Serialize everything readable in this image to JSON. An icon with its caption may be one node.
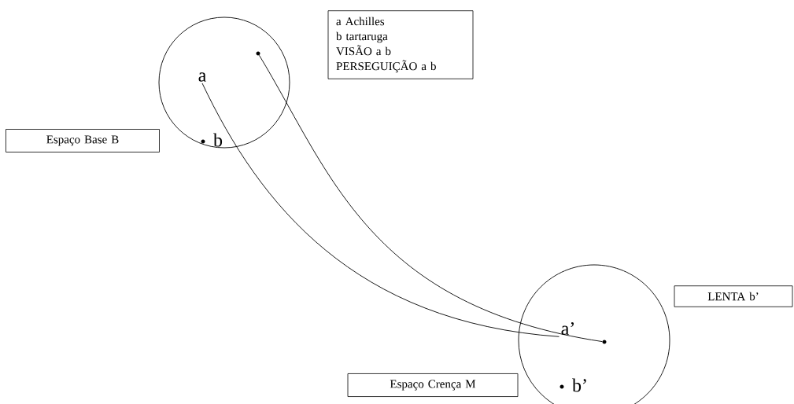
{
  "diagram": {
    "nodes": [
      {
        "text": [],
        "shape": "circle"
      },
      {
        "text": [
          "a"
        ],
        "in": 0
      },
      {
        "text": [
          "b"
        ],
        "in": 0
      },
      {
        "text": [],
        "shape": "circle",
        "in": 0
      },
      {
        "text": [
          "a Achilles",
          "b tartaruga",
          "VISÃO a b",
          "PERSEGUIÇÃO a b"
        ]
      },
      {
        "text": [
          "Espaço Base B"
        ]
      },
      {
        "text": [],
        "shape": "circle"
      },
      {
        "text": [
          "a’"
        ],
        "in": 6
      },
      {
        "text": [
          "b’"
        ],
        "in": 6
      },
      {
        "text": [],
        "shape": "circle",
        "in": 6
      },
      {
        "text": [
          "LENTA b’"
        ]
      },
      {
        "text": [
          "Espaço Crença M"
        ]
      }
    ],
    "edges": [
      {
        "from": 1,
        "to": 7,
        "arrow": "none"
      },
      {
        "from": 3,
        "to": 9,
        "arrow": "none"
      }
    ]
  }
}
